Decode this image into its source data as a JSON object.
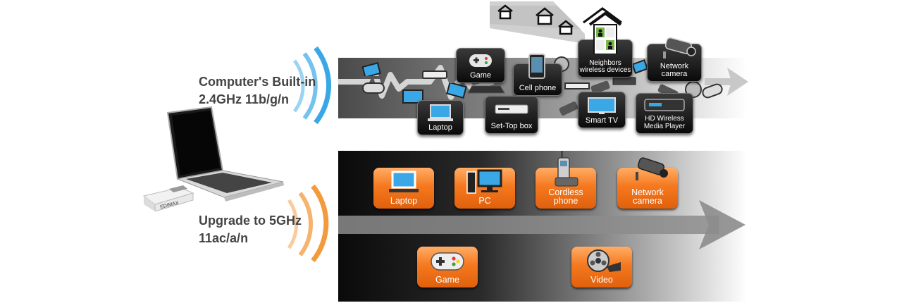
{
  "legacy_band": {
    "label_line1": "Computer's Built-in",
    "label_line2": "2.4GHz 11b/g/n",
    "devices": {
      "game": "Game",
      "cell_phone": "Cell phone",
      "neighbors_line1": "Neighbors",
      "neighbors_line2": "wireless devices",
      "network_camera_line1": "Network",
      "network_camera_line2": "camera",
      "laptop": "Laptop",
      "set_top_box": "Set-Top box",
      "smart_tv": "Smart TV",
      "media_player_line1": "HD Wireless",
      "media_player_line2": "Media Player"
    }
  },
  "upgrade_band": {
    "label_line1": "Upgrade to 5GHz",
    "label_line2": "11ac/a/n",
    "devices": {
      "laptop": "Laptop",
      "pc": "PC",
      "cordless_line1": "Cordless",
      "cordless_line2": "phone",
      "network_camera_line1": "Network",
      "network_camera_line2": "camera",
      "game": "Game",
      "video": "Video"
    }
  },
  "adapter_brand": "EDIMAX",
  "colors": {
    "accent_orange": "#f5791f",
    "wave_blue": "#3aa8e6",
    "wave_orange": "#f29a3c",
    "band_dark": "#1c1c1c",
    "tile_dark": "#1a1a1a"
  }
}
